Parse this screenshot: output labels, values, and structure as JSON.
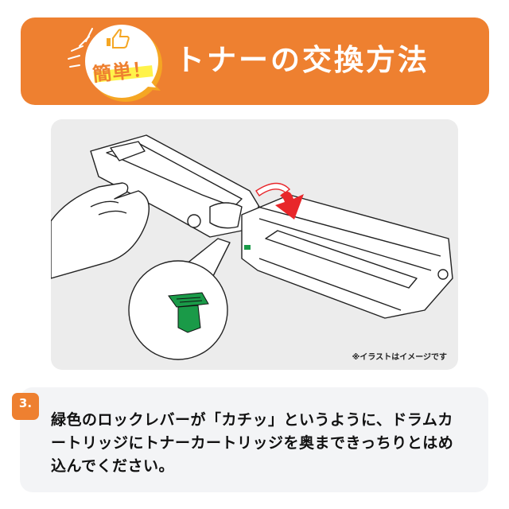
{
  "header": {
    "badge_text": "簡単！",
    "title": "トナーの交換方法",
    "colors": {
      "banner": "#ee8030",
      "badge_highlight": "#fff34a",
      "thumb": "#f5a623"
    }
  },
  "illustration": {
    "note": "※イラストはイメージです",
    "colors": {
      "lever": "#1a9a48",
      "arrow": "#e8262a",
      "panel": "#ececec"
    }
  },
  "instruction": {
    "step_number": "3.",
    "text": "緑色のロックレバーが「カチッ」というように、ドラムカートリッジにトナーカートリッジを奥まできっちりとはめ込んでください。"
  }
}
